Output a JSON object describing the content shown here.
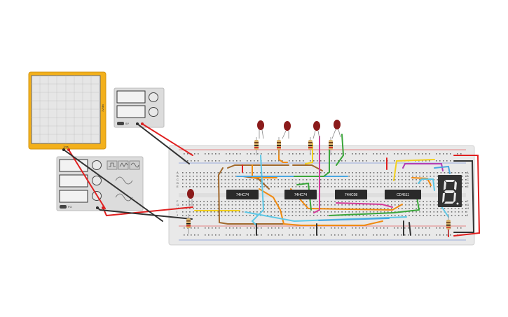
{
  "oscilloscope": {
    "time_label": "1ms",
    "volt_label": "1V/div",
    "color": "#f3b01b"
  },
  "power_supply": {
    "label": "0V"
  },
  "function_generator": {
    "label": "FG"
  },
  "breadboard": {
    "row_letters_left": [
      "A",
      "B",
      "C",
      "D",
      "E",
      "F",
      "G",
      "H",
      "I",
      "J"
    ],
    "row_letters_right": [
      "A",
      "B",
      "C",
      "D",
      "E",
      "F",
      "G",
      "H",
      "I",
      "J"
    ]
  },
  "chips": [
    {
      "label": "74HC74"
    },
    {
      "label": "74HC74"
    },
    {
      "label": "74HC08"
    },
    {
      "label": "CD4511"
    }
  ],
  "display": {
    "name": "seven-segment-display",
    "segment_color": "#e7e7e7"
  },
  "colors": {
    "led": "#8b1b1b",
    "wire_red": "#e02020",
    "wire_black": "#333333",
    "wire_yellow": "#f2d01e",
    "wire_orange": "#f08a10",
    "wire_brown": "#a0682c",
    "wire_blue": "#4aa7e0",
    "wire_green": "#3aa63a",
    "wire_purple": "#b33cb3",
    "wire_pink": "#d43b9a",
    "wire_cyan": "#5ec8e6"
  }
}
